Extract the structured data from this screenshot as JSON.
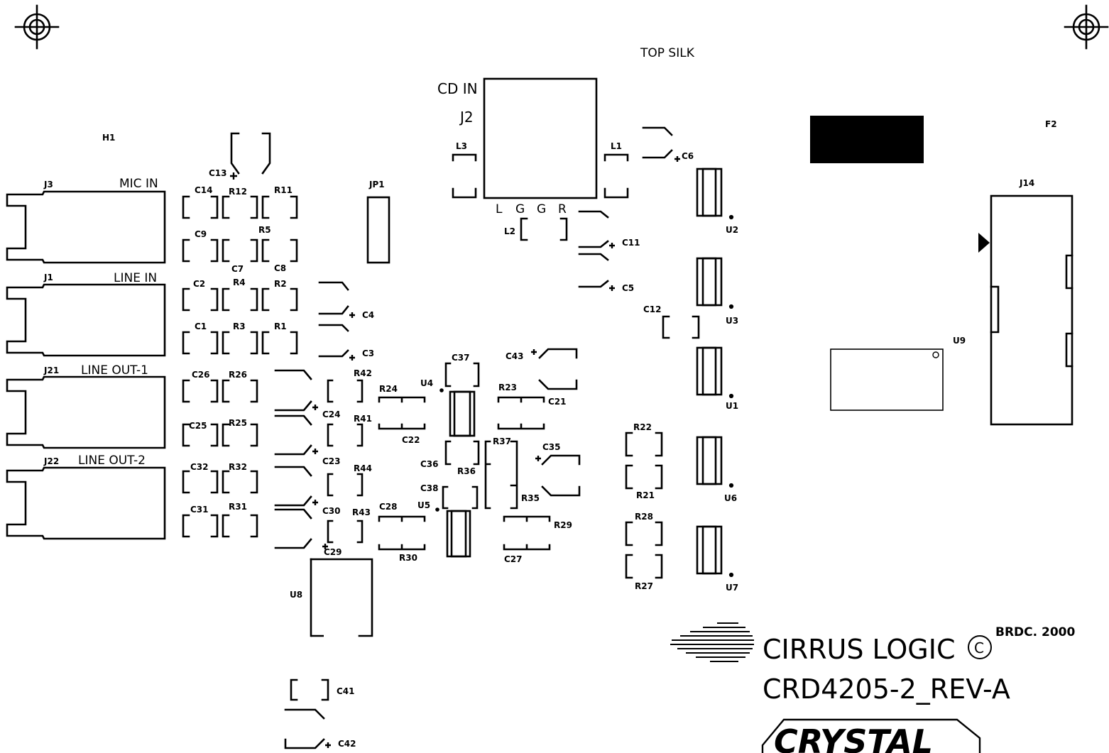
{
  "layer_label": "TOP SILK",
  "connectors": {
    "mic_in": {
      "ref": "J3",
      "label": "MIC IN"
    },
    "line_in": {
      "ref": "J1",
      "label": "LINE IN"
    },
    "line_out_1": {
      "ref": "J21",
      "label": "LINE OUT-1"
    },
    "line_out_2": {
      "ref": "J22",
      "label": "LINE OUT-2"
    },
    "cd_in": {
      "ref": "J2",
      "label": "CD IN",
      "pins": [
        "L",
        "G",
        "G",
        "R"
      ]
    },
    "j14": {
      "ref": "J14"
    }
  },
  "refs": {
    "h1": "H1",
    "f2": "F2",
    "jp1": "JP1",
    "l1": "L1",
    "l2": "L2",
    "l3": "L3",
    "u1": "U1",
    "u2": "U2",
    "u3": "U3",
    "u4": "U4",
    "u5": "U5",
    "u6": "U6",
    "u7": "U7",
    "u8": "U8",
    "u9": "U9",
    "c1": "C1",
    "c2": "C2",
    "c3": "C3",
    "c4": "C4",
    "c5": "C5",
    "c6": "C6",
    "c7": "C7",
    "c8": "C8",
    "c9": "C9",
    "c11": "C11",
    "c12": "C12",
    "c13": "C13",
    "c14": "C14",
    "c21": "C21",
    "c22": "C22",
    "c23": "C23",
    "c24": "C24",
    "c25": "C25",
    "c26": "C26",
    "c27": "C27",
    "c28": "C28",
    "c29": "C29",
    "c30": "C30",
    "c31": "C31",
    "c32": "C32",
    "c35": "C35",
    "c36": "C36",
    "c37": "C37",
    "c38": "C38",
    "c41": "C41",
    "c42": "C42",
    "c43": "C43",
    "r1": "R1",
    "r2": "R2",
    "r3": "R3",
    "r4": "R4",
    "r5": "R5",
    "r11": "R11",
    "r12": "R12",
    "r21": "R21",
    "r22": "R22",
    "r23": "R23",
    "r24": "R24",
    "r25": "R25",
    "r26": "R26",
    "r27": "R27",
    "r28": "R28",
    "r29": "R29",
    "r30": "R30",
    "r31": "R31",
    "r32": "R32",
    "r35": "R35",
    "r36": "R36",
    "r37": "R37",
    "r41": "R41",
    "r42": "R42",
    "r43": "R43",
    "r44": "R44"
  },
  "branding": {
    "company": "CIRRUS LOGIC",
    "copyright_symbol": "C",
    "year_note": "BRDC. 2000",
    "board_id": "CRD4205-2_REV-A",
    "partner_logo_text": "CRYSTAL"
  },
  "icons": [
    "registration-mark-icon",
    "pin1-triangle-icon",
    "cirrus-logo-icon",
    "crystal-logo-icon"
  ]
}
